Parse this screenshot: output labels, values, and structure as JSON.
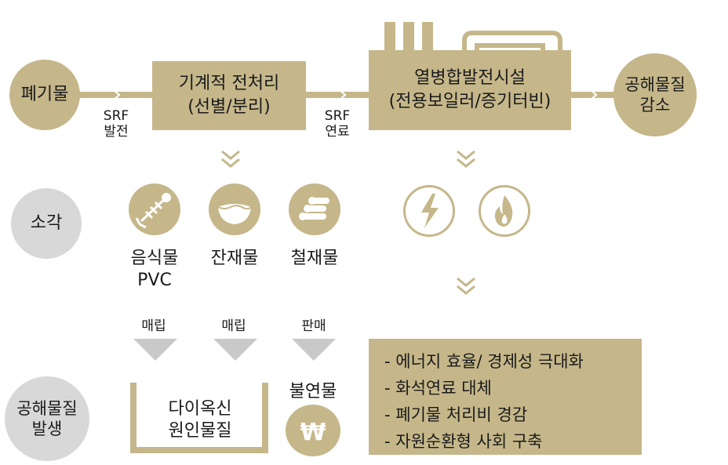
{
  "top_row": {
    "waste": "폐기물",
    "srf_power": [
      "SRF",
      "발전"
    ],
    "pretreatment": [
      "기계적 전처리",
      "(선별/분리)"
    ],
    "srf_fuel": [
      "SRF",
      "연료"
    ],
    "cogen": [
      "열병합발전시설",
      "(전용보일러/증기터빈)"
    ],
    "pollutant_reduction": [
      "공해물질",
      "감소"
    ]
  },
  "left_column": {
    "incineration": "소각",
    "pollutant_generation": [
      "공해물질",
      "발생"
    ]
  },
  "materials": [
    {
      "name": [
        "음식물",
        "PVC"
      ],
      "icon": "fish-bone-icon",
      "disposal": "매립"
    },
    {
      "name": [
        "잔재물"
      ],
      "icon": "residue-bowl-icon",
      "disposal": "매립"
    },
    {
      "name": [
        "철재물"
      ],
      "icon": "metal-pipes-icon",
      "disposal": "판매"
    }
  ],
  "outcomes": {
    "dioxin": [
      "다이옥신",
      "원인물질"
    ],
    "noncombustible": "불연물",
    "won_icon": "won-bag-icon"
  },
  "energy_icons": [
    "lightning-icon",
    "flame-icon"
  ],
  "benefits": [
    "- 에너지 효율/ 경제성 극대화",
    "- 화석연료 대체",
    "- 폐기물 처리비 경감",
    "- 자원순환형 사회 구축"
  ],
  "colors": {
    "gold": "#c5b78a",
    "grey": "#d8d8d8",
    "arrow": "#c9c9c9"
  }
}
